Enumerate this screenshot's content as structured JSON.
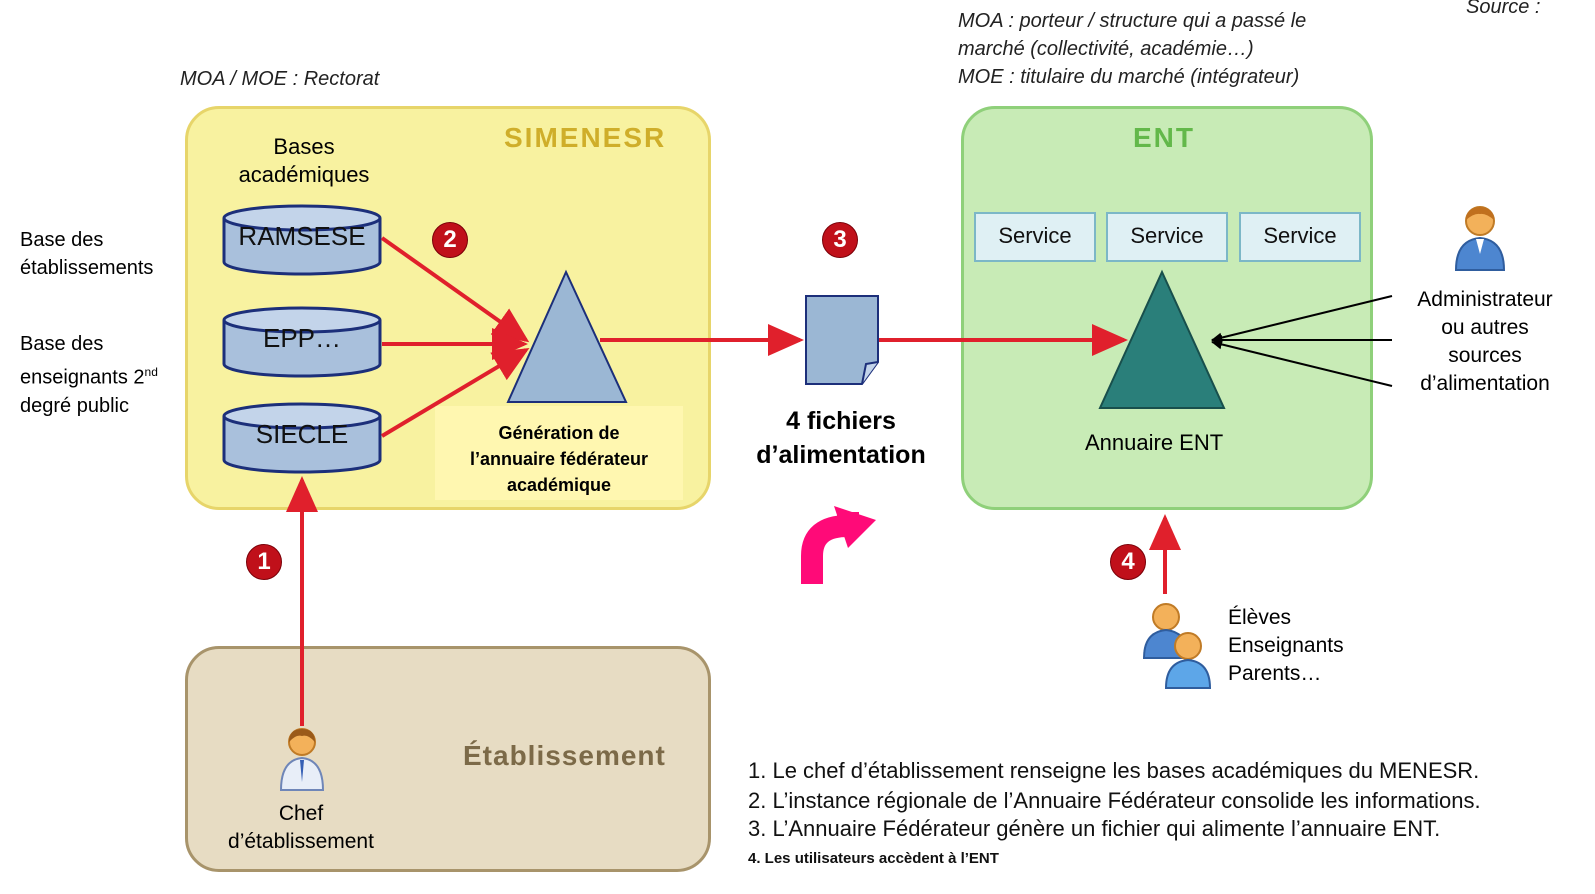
{
  "source_label": "Source :",
  "labels": {
    "moa_left": "MOA / MOE : Rectorat",
    "moa_right_1": "MOA : porteur / structure qui a passé le",
    "moa_right_2": "marché (collectivité, académie…)",
    "moa_right_3": "MOE : titulaire du marché (intégrateur)"
  },
  "simenesr": {
    "title": "SIMENESR",
    "bases_title_1": "Bases",
    "bases_title_2": "académiques",
    "db_ramsese": "RAMSESE",
    "db_epp": "EPP…",
    "db_siecle": "SIECLE",
    "generation_1": "Génération de",
    "generation_2": "l’annuaire fédérateur",
    "generation_3": "académique"
  },
  "left_labels": {
    "etab_1": "Base des",
    "etab_2": "établissements",
    "ens_1": "Base des",
    "ens_2": "enseignants 2",
    "ens_2_sup": "nd",
    "ens_3": "degré public"
  },
  "ent": {
    "title": "ENT",
    "services": [
      "Service",
      "Service",
      "Service"
    ],
    "annuaire": "Annuaire ENT"
  },
  "fichiers_1": "4 fichiers",
  "fichiers_2": "d’alimentation",
  "admin": {
    "line1": "Administrateur",
    "line2": "ou autres",
    "line3": "sources",
    "line4": "d’alimentation"
  },
  "users": {
    "line1": "Élèves",
    "line2": "Enseignants",
    "line3": "Parents…"
  },
  "etablissement": {
    "title": "Établissement",
    "chef_1": "Chef",
    "chef_2": "d’établissement"
  },
  "badges": [
    "1",
    "2",
    "3",
    "4"
  ],
  "steps": [
    "1. Le chef d’établissement renseigne les bases académiques du MENESR.",
    "2. L’instance régionale de l’Annuaire Fédérateur consolide les informations.",
    "3. L’Annuaire Fédérateur génère un fichier qui alimente l’annuaire ENT.",
    "4. Les utilisateurs accèdent à l’ENT"
  ],
  "colors": {
    "arrow_red": "#e0202c",
    "badge_red": "#c0101a",
    "simenesr_fill": "#f8f2a0",
    "ent_fill": "#c8ebb6",
    "etab_fill": "#e7dcc3",
    "triangle_blue": "#9bb7d4",
    "triangle_teal": "#2a7f7a",
    "curved_arrow": "#ff0a78"
  }
}
